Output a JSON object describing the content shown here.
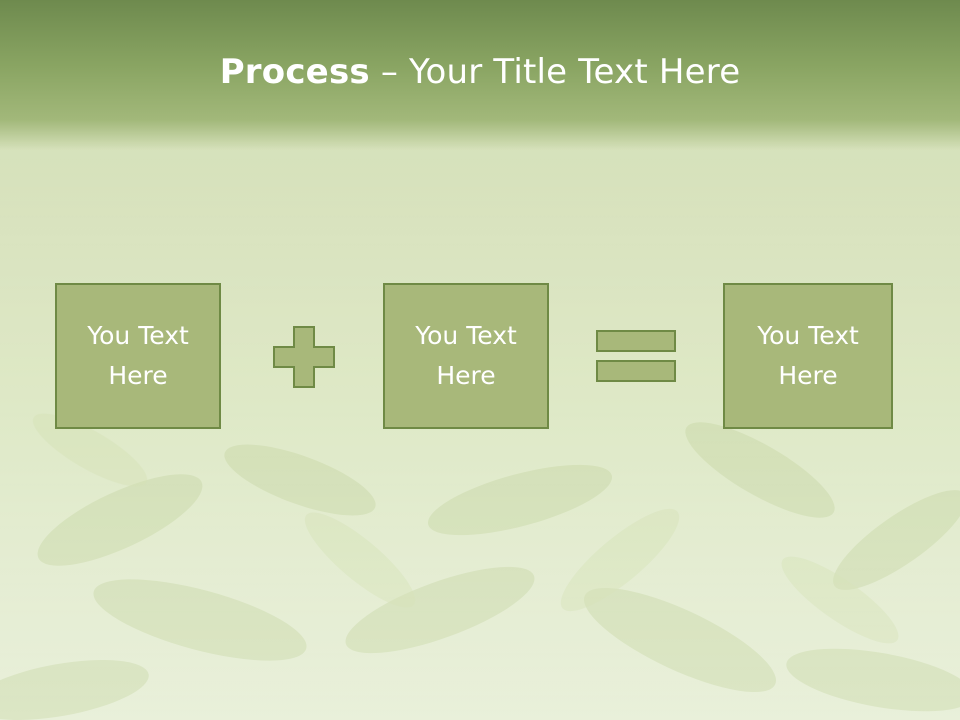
{
  "slide": {
    "title_bold": "Process",
    "title_rest": " – Your Title Text Here",
    "boxes": [
      {
        "text": "You Text Here"
      },
      {
        "text": "You Text Here"
      },
      {
        "text": "You Text Here"
      }
    ],
    "operators": [
      "plus-icon",
      "equals-icon"
    ],
    "colors": {
      "box_fill": "#a8b87a",
      "box_border": "#6f8a45",
      "title_band": "#8aa563",
      "text": "#ffffff"
    }
  }
}
